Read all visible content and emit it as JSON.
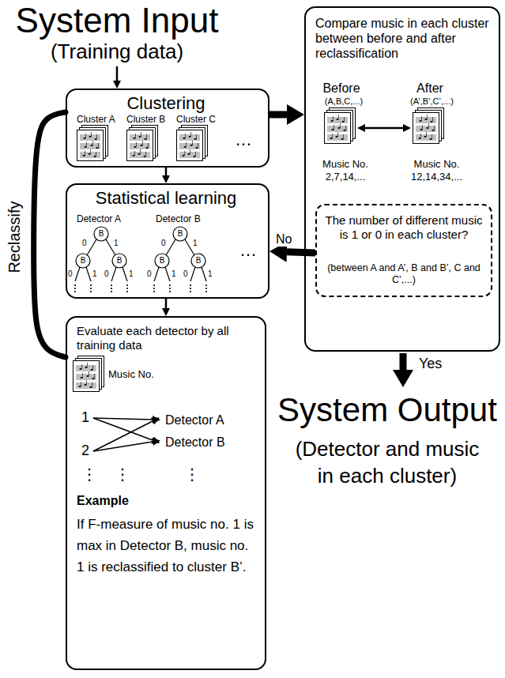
{
  "diagram": {
    "nodes": [
      {
        "text": [
          "Clustering",
          "Cluster A",
          "Cluster B",
          "Cluster C",
          "…"
        ]
      },
      {
        "text": [
          "Compare music in each cluster between before and after reclassification",
          "Before",
          "(A,B,C,...)",
          "After",
          "(A’,B’,C’,...)",
          "Music No. 2,7,14,...",
          "Music No. 12,14,34,..."
        ]
      },
      {
        "text": [
          "The number of different music is 1 or 0 in each cluster?",
          "(between A and A’, B and B’, C and C’,...)"
        ],
        "in": 1
      },
      {
        "text": [
          "Statistical learning",
          "Detector A",
          "Detector B",
          "…"
        ]
      },
      {
        "text": [
          "Evaluate each detector by all training data",
          "Music No.",
          "1",
          "2",
          "Detector A",
          "Detector B",
          "⋮",
          "⋮",
          "⋮",
          "Example",
          "If F-measure of music no. 1 is max in Detector B, music no. 1 is reclassified to cluster B’."
        ]
      }
    ],
    "edges": [
      {
        "from": 0,
        "to": 3,
        "arrow": "to"
      },
      {
        "from": 3,
        "to": 4,
        "arrow": "to"
      },
      {
        "from": 4,
        "to": 0,
        "arrow": "none"
      },
      {
        "from": 0,
        "to": 1,
        "arrow": "to"
      },
      {
        "from": 2,
        "to": 3,
        "label": "No",
        "arrow": "to"
      }
    ],
    "labels": [
      "System Input",
      "(Training data)",
      "B",
      "B",
      "B",
      "0",
      "1",
      "0",
      "1",
      "0",
      "1",
      "B",
      "B",
      "B",
      "0",
      "1",
      "0",
      "1",
      "0",
      "1",
      "Reclassify",
      "Yes",
      "System Output",
      "(Detector and music in each cluster)"
    ]
  }
}
